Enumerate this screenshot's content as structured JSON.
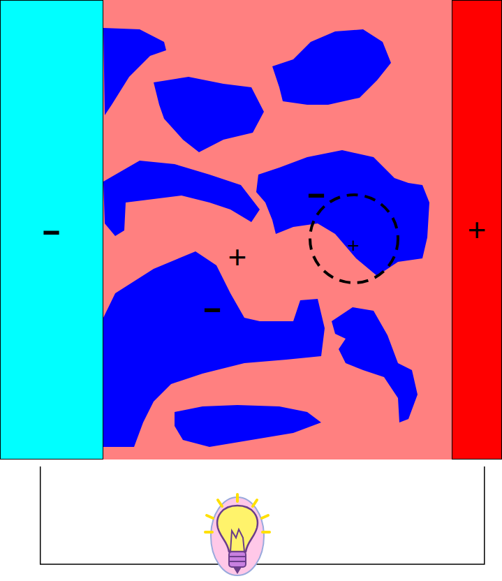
{
  "diagram": {
    "nodes": [
      {
        "text": [
          "-"
        ]
      },
      {
        "text": [
          "+"
        ]
      }
    ],
    "edges": [
      {
        "from": 0,
        "to": 1,
        "arrow": "none"
      }
    ],
    "labels": [
      "-",
      "+",
      "+",
      "-"
    ]
  }
}
